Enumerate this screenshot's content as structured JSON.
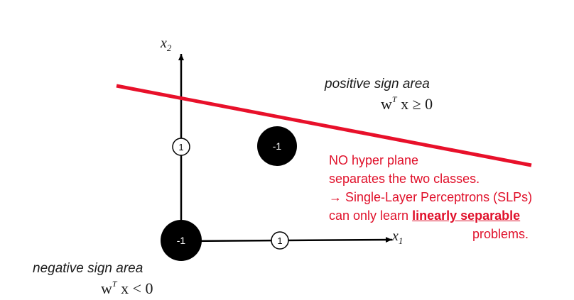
{
  "axes": {
    "x_label": "x",
    "x_subscript": "1",
    "y_label": "x",
    "y_subscript": "2"
  },
  "points": [
    {
      "label": "1",
      "style": "hollow"
    },
    {
      "label": "-1",
      "style": "filled"
    },
    {
      "label": "-1",
      "style": "filled"
    },
    {
      "label": "1",
      "style": "hollow"
    }
  ],
  "positive_area": {
    "title": "positive sign area",
    "inequality_w": "w",
    "inequality_sup": "T",
    "inequality_rest": "x ≥ 0"
  },
  "negative_area": {
    "title": "negative  sign area",
    "inequality_w": "w",
    "inequality_sup": "T",
    "inequality_rest": "x < 0"
  },
  "note": {
    "line1": "NO hyper plane",
    "line2": "separates the two classes.",
    "line3": "→ Single-Layer Perceptrons  (SLPs)",
    "line4_prefix": "can only learn ",
    "line4_emphasis": "linearly separable",
    "line5": "problems."
  },
  "colors": {
    "decision_line": "#e8102a",
    "note_text": "#e0102a",
    "filled_point": "#000000",
    "axis": "#000000"
  }
}
